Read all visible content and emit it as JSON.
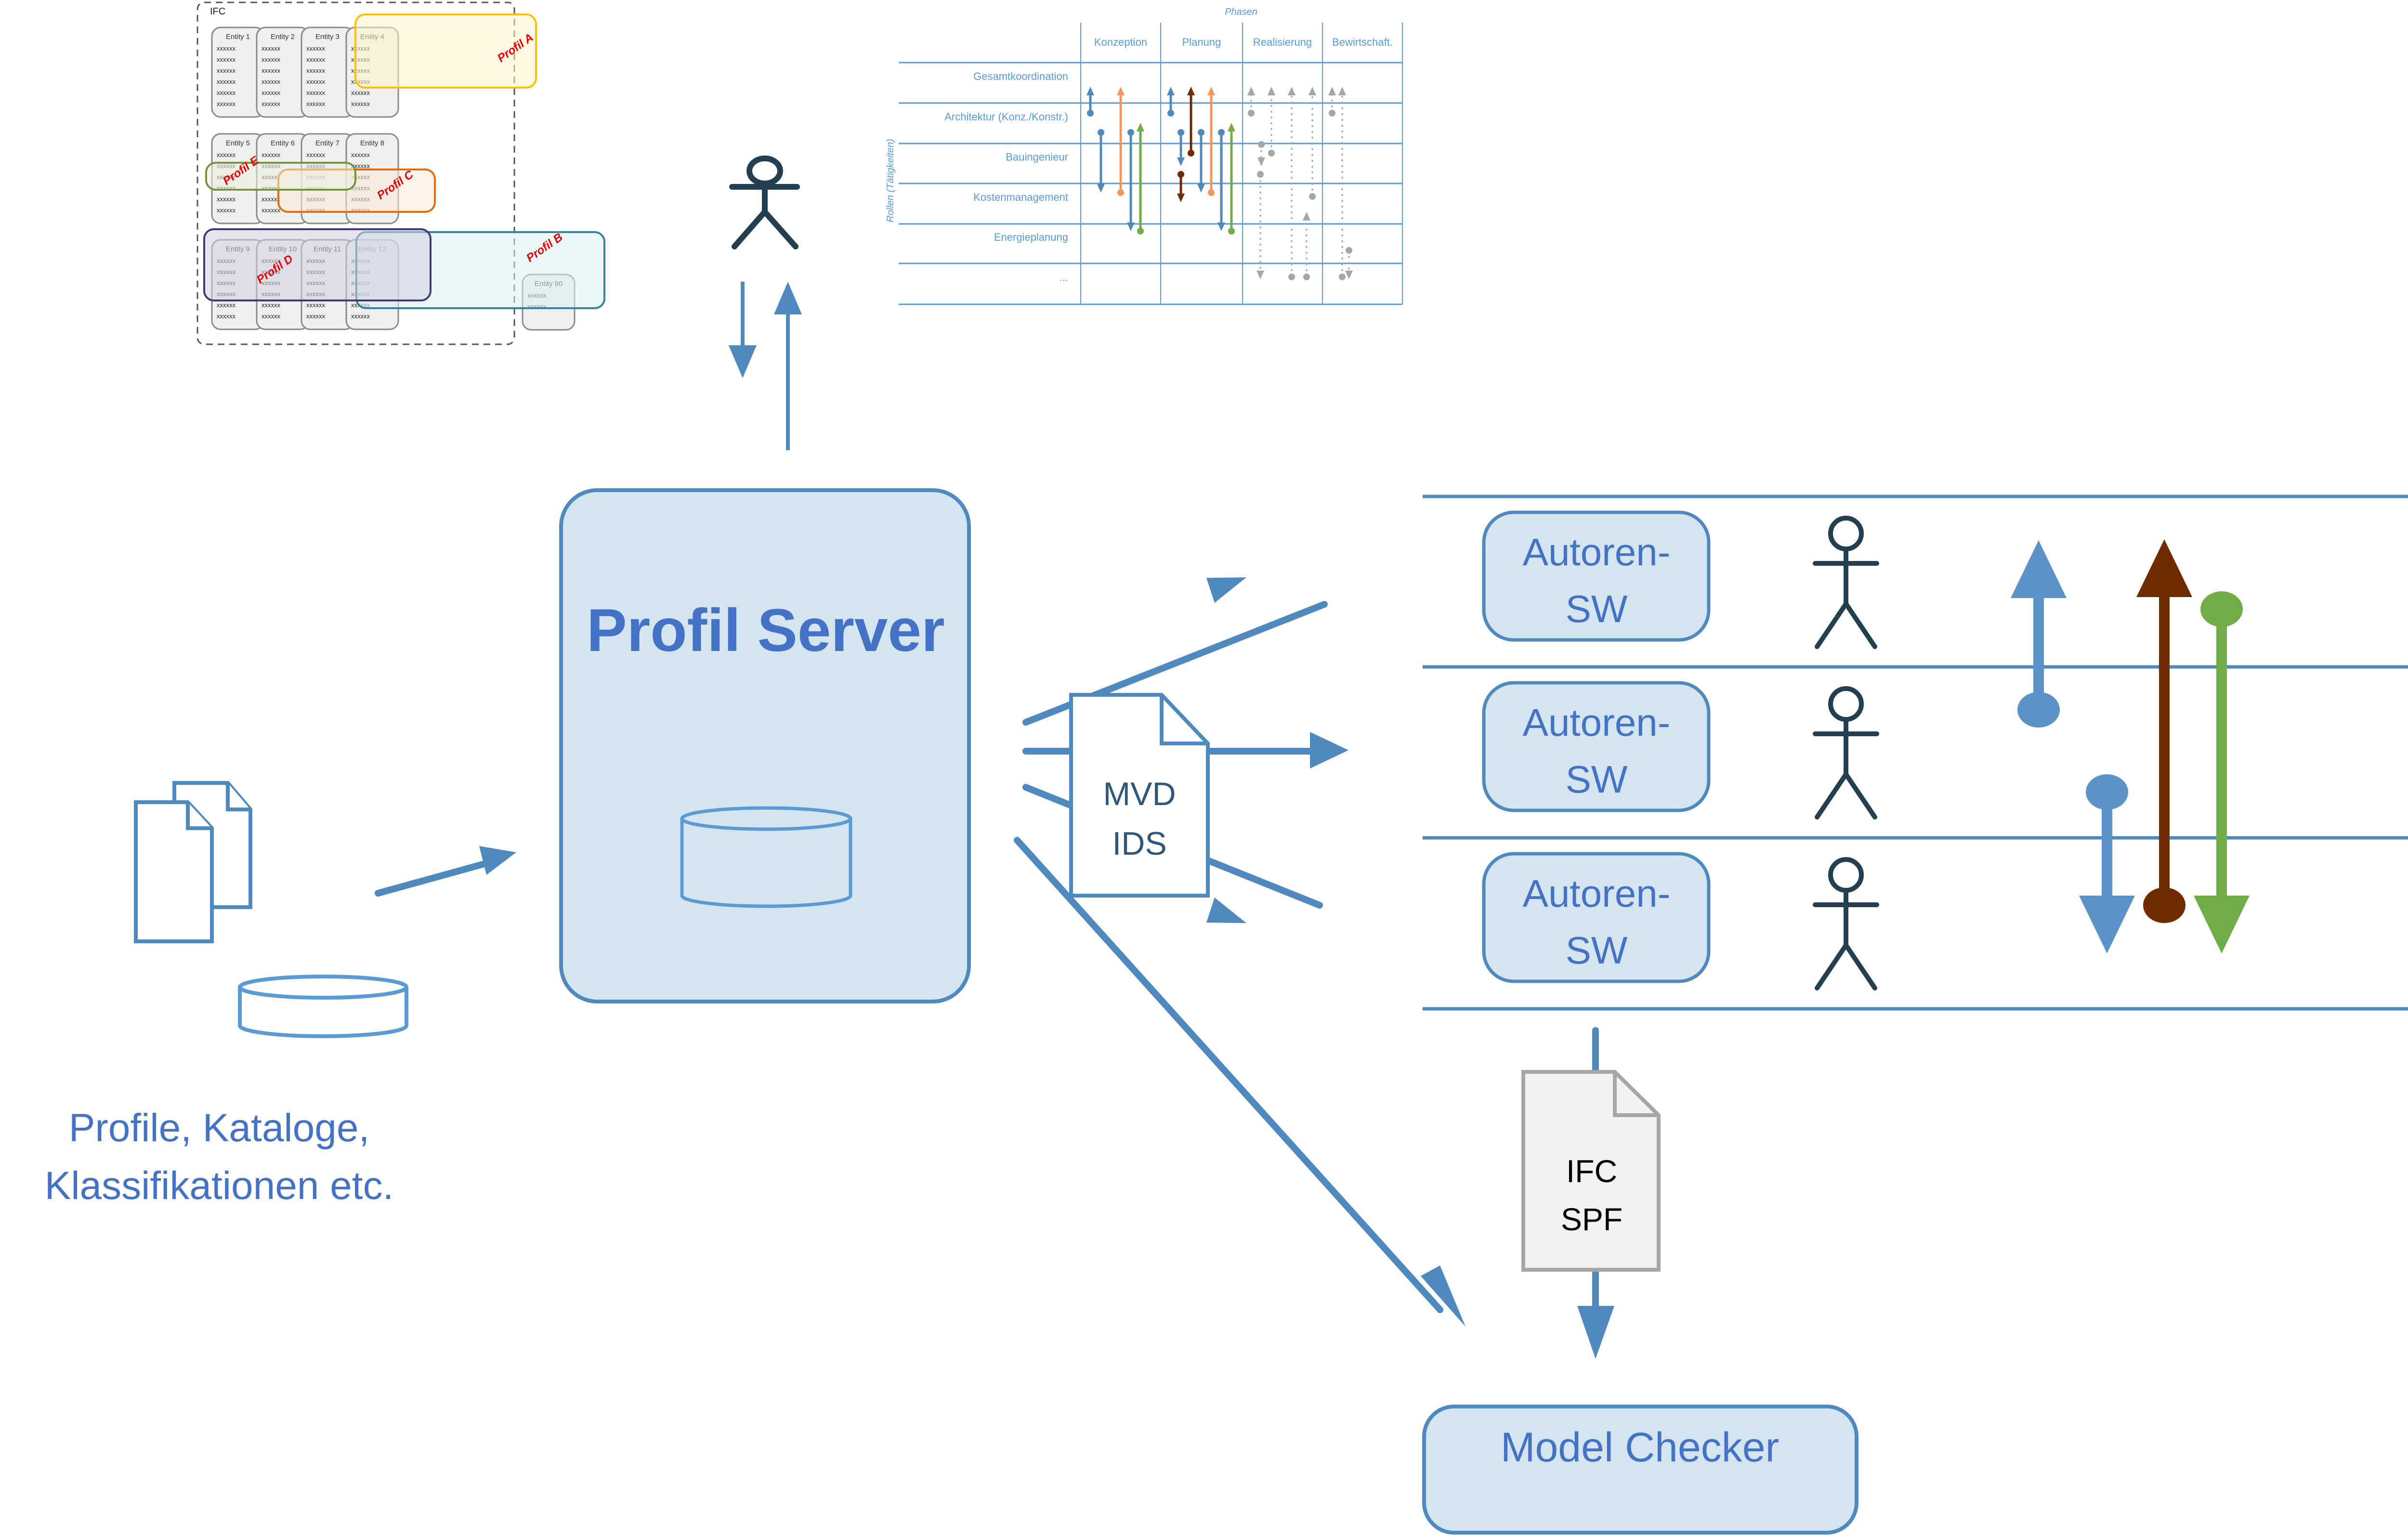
{
  "colors": {
    "accent_blue": "#5089bd",
    "text_blue": "#4472c4",
    "box_fill": "#d5e5ef",
    "actor": "#243f4f",
    "brown": "#702c00",
    "green": "#70ad47",
    "orange": "#f4975e",
    "gray": "#a6a6a6",
    "profile_red": "#e00000"
  },
  "ifc_model": {
    "title": "IFC",
    "entities": [
      {
        "label": "Entity 1",
        "rows": [
          "xxxxxx",
          "xxxxxx",
          "xxxxxx",
          "xxxxxx",
          "xxxxxx",
          "xxxxxx"
        ]
      },
      {
        "label": "Entity 2",
        "rows": [
          "xxxxxx",
          "xxxxxx",
          "xxxxxx",
          "xxxxxx",
          "xxxxxx",
          "xxxxxx"
        ]
      },
      {
        "label": "Entity 3",
        "rows": [
          "xxxxxx",
          "xxxxxx",
          "xxxxxx",
          "xxxxxx",
          "xxxxxx",
          "xxxxxx"
        ]
      },
      {
        "label": "Entity 4",
        "rows": [
          "xxxxxx",
          "xxxxxx",
          "xxxxxx",
          "xxxxxx",
          "xxxxxx",
          "xxxxxx"
        ]
      },
      {
        "label": "Entity 5",
        "rows": [
          "xxxxxx",
          "xxxxxx",
          "xxxxxx",
          "xxxxxx",
          "xxxxxx",
          "xxxxxx"
        ]
      },
      {
        "label": "Entity 6",
        "rows": [
          "xxxxxx",
          "xxxxxx",
          "xxxxxx",
          "xxxxxx",
          "xxxxxx",
          "xxxxxx"
        ]
      },
      {
        "label": "Entity 7",
        "rows": [
          "xxxxxx",
          "xxxxxx",
          "xxxxxx",
          "xxxxxx",
          "xxxxxx",
          "xxxxxx"
        ]
      },
      {
        "label": "Entity 8",
        "rows": [
          "xxxxxx",
          "xxxxxx",
          "xxxxxx",
          "xxxxxx",
          "xxxxxx",
          "xxxxxx"
        ]
      },
      {
        "label": "Entity 9",
        "rows": [
          "xxxxxx",
          "xxxxxx",
          "xxxxxx",
          "xxxxxx",
          "xxxxxx",
          "xxxxxx"
        ]
      },
      {
        "label": "Entity 10",
        "rows": [
          "xxxxxx",
          "xxxxxx",
          "xxxxxx",
          "xxxxxx",
          "xxxxxx",
          "xxxxxx"
        ]
      },
      {
        "label": "Entity 11",
        "rows": [
          "xxxxxx",
          "xxxxxx",
          "xxxxxx",
          "xxxxxx",
          "xxxxxx",
          "xxxxxx"
        ]
      },
      {
        "label": "Entity 12",
        "rows": [
          "xxxxxx",
          "xxxxxx",
          "xxxxxx",
          "xxxxxx",
          "xxxxxx",
          "xxxxxx"
        ]
      },
      {
        "label": "Entity 90",
        "rows": [
          "xxxxxx",
          "xxxxxx"
        ]
      }
    ],
    "profiles": [
      {
        "label": "Profil A",
        "color": "#ffc000",
        "fill": "#fff2cc"
      },
      {
        "label": "Profil B",
        "color": "#31859c",
        "fill": "#dbeef4"
      },
      {
        "label": "Profil C",
        "color": "#e46c0a",
        "fill": "#fde9d9"
      },
      {
        "label": "Profil D",
        "color": "#403d74",
        "fill": "#cfcfe0"
      },
      {
        "label": "Profil E",
        "color": "#77933c",
        "fill": "#ebf1de"
      }
    ]
  },
  "phases_table": {
    "title": "Phasen",
    "axis_label": "Rollen (Tätigkeiten)",
    "columns": [
      "Konzeption",
      "Planung",
      "Realisierung",
      "Bewirtschaft."
    ],
    "rows": [
      "Gesamtkoordination",
      "Architektur (Konz./Konstr.)",
      "Bauingenieur",
      "Kostenmanagement",
      "Energieplanung",
      "..."
    ]
  },
  "sources": {
    "label_line1": "Profile, Kataloge,",
    "label_line2": "Klassifikationen etc."
  },
  "server": {
    "title": "Profil Server"
  },
  "exchange_doc": {
    "line1": "MVD",
    "line2": "IDS"
  },
  "authoring": {
    "lanes": [
      {
        "line1": "Autoren-",
        "line2": "SW"
      },
      {
        "line1": "Autoren-",
        "line2": "SW"
      },
      {
        "line1": "Autoren-",
        "line2": "SW"
      }
    ]
  },
  "ifc_file": {
    "line1": "IFC",
    "line2": "SPF"
  },
  "checker": {
    "title": "Model Checker"
  }
}
